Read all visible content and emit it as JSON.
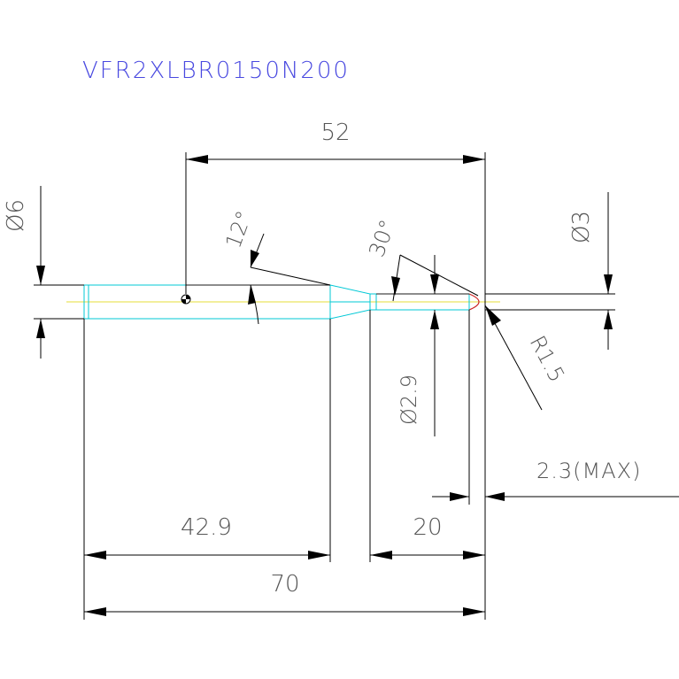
{
  "title": "VFR2XLBR0150N200",
  "colors": {
    "title": "#4848e0",
    "text": "#555555",
    "line": "#000000",
    "tool_outline": "#00c8d6",
    "center_line": "#e5dc3a",
    "ball_tip": "#cc2222"
  },
  "dimensions": {
    "top_length": "52",
    "shank_diameter": "Ø6",
    "taper_angle": "12°",
    "tip_angle": "30°",
    "tip_diameter": "Ø3",
    "radius": "R1.5",
    "neck_diameter": "Ø2.9",
    "max_offset": "2.3(MAX)",
    "shank_length": "42.9",
    "neck_length": "20",
    "overall_length": "70"
  }
}
